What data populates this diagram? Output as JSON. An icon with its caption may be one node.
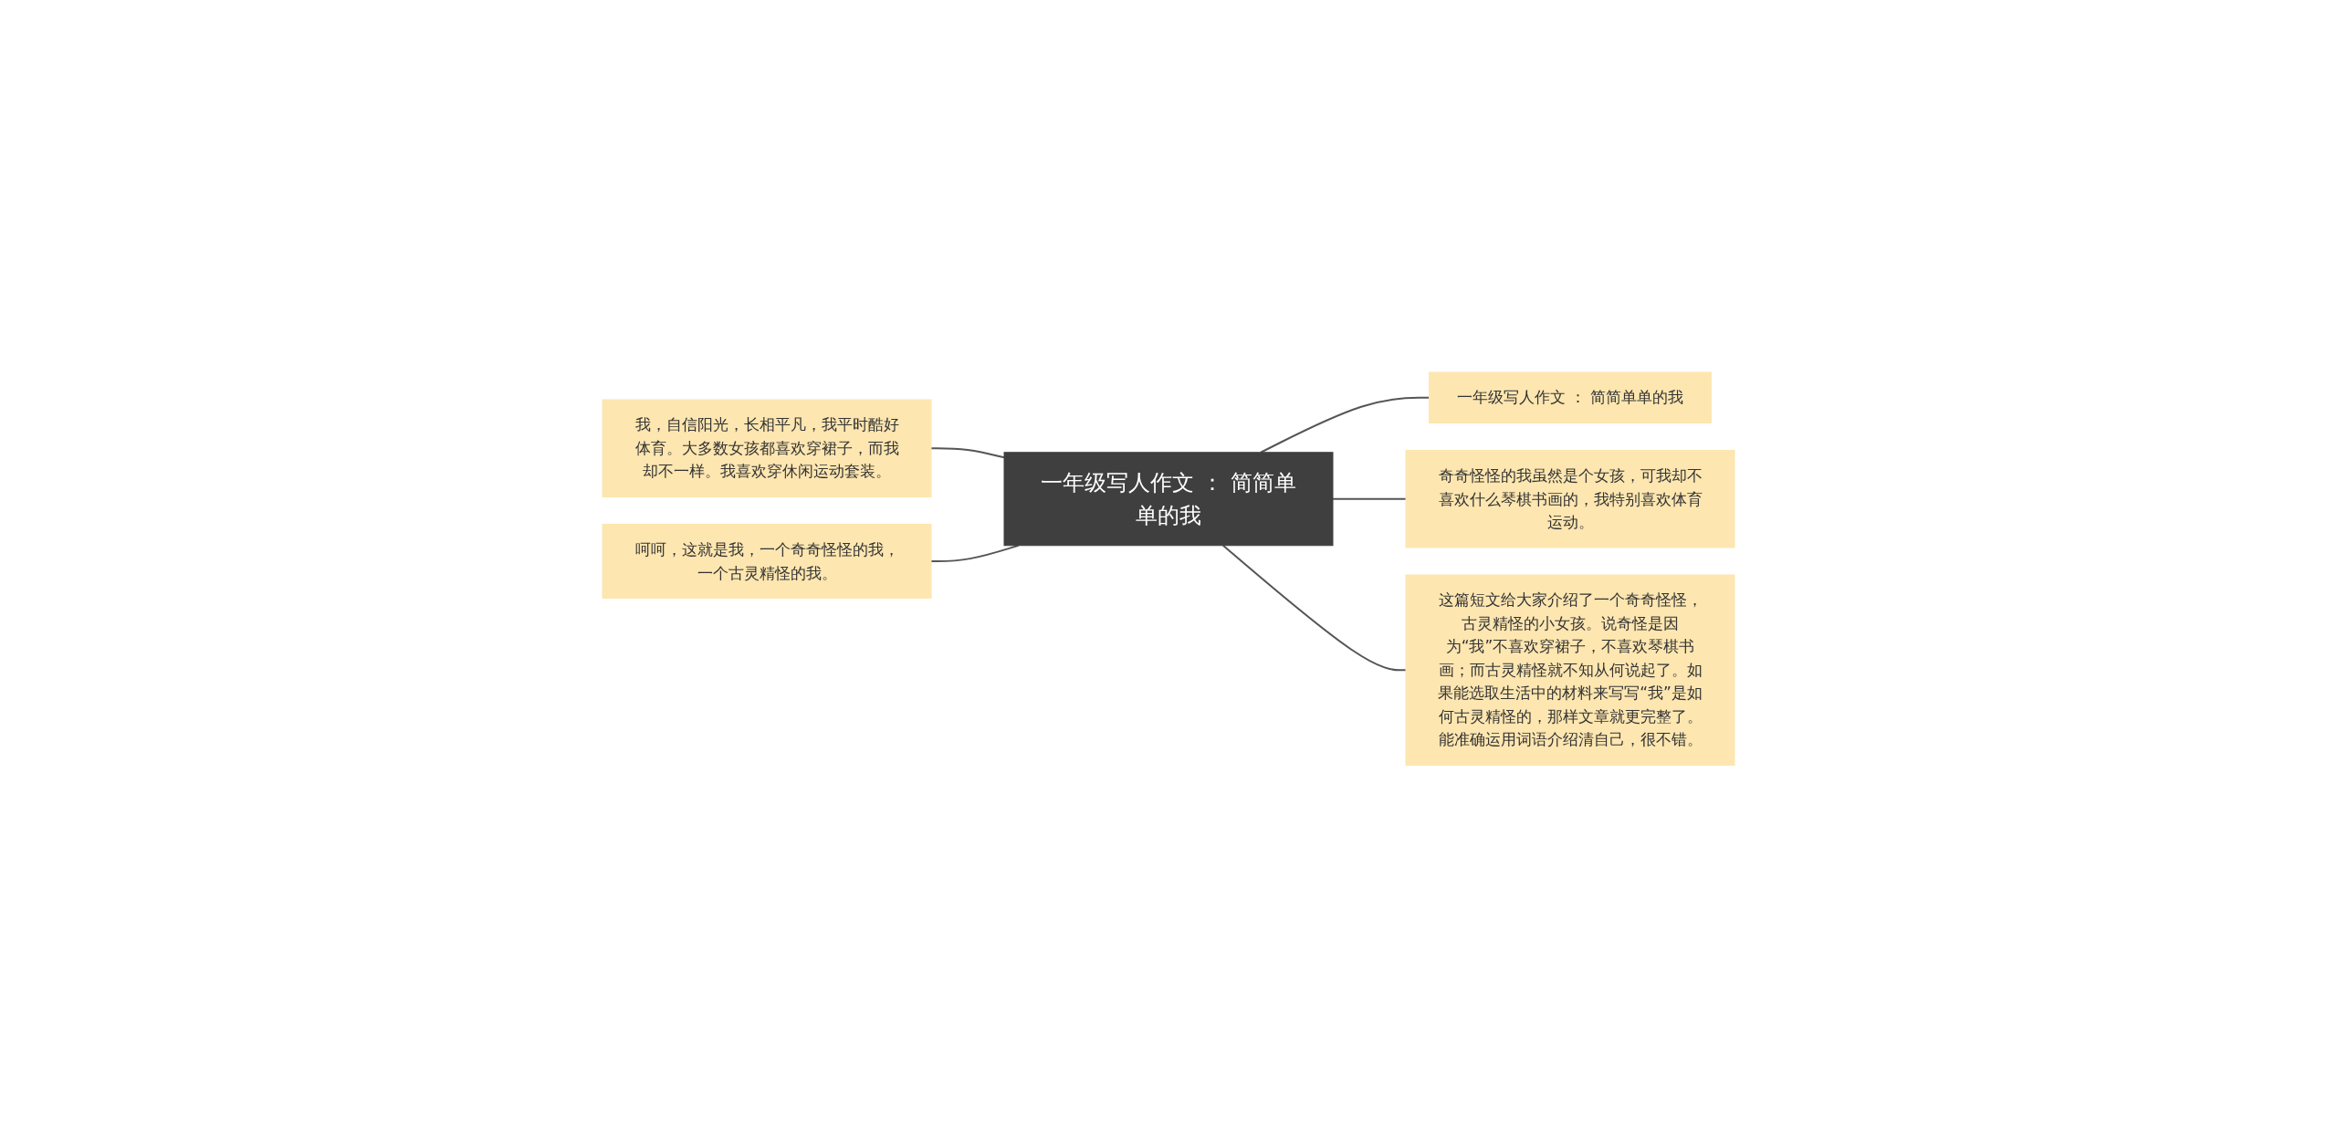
{
  "diagram": {
    "nodes": [
      {
        "text": [
          "一年级写人作文 ： 简简单单的我"
        ]
      },
      {
        "text": [
          "我，自信阳光，长相平凡，我平时酷好体育。大多数女孩都喜欢穿裙子，而我却不一样。我喜欢穿休闲运动套装。"
        ]
      },
      {
        "text": [
          "呵呵，这就是我，一个奇奇怪怪的我，一个古灵精怪的我。"
        ]
      },
      {
        "text": [
          "一年级写人作文 ： 简简单单的我"
        ]
      },
      {
        "text": [
          "奇奇怪怪的我虽然是个女孩，可我却不喜欢什么琴棋书画的，我特别喜欢体育运动。"
        ]
      },
      {
        "text": [
          "这篇短文给大家介绍了一个奇奇怪怪，古灵精怪的小女孩。说奇怪是因为“我”不喜欢穿裙子，不喜欢琴棋书画；而古灵精怪就不知从何说起了。如果能选取生活中的材料来写写“我”是如何古灵精怪的，那样文章就更完整了。能准确运用词语介绍清自己，很不错。"
        ]
      }
    ],
    "edges": [
      {
        "from": 0,
        "to": 1,
        "arrow": "none"
      },
      {
        "from": 0,
        "to": 2,
        "arrow": "none"
      },
      {
        "from": 0,
        "to": 3,
        "arrow": "none"
      },
      {
        "from": 0,
        "to": 4,
        "arrow": "none"
      },
      {
        "from": 0,
        "to": 5,
        "arrow": "none"
      }
    ]
  }
}
